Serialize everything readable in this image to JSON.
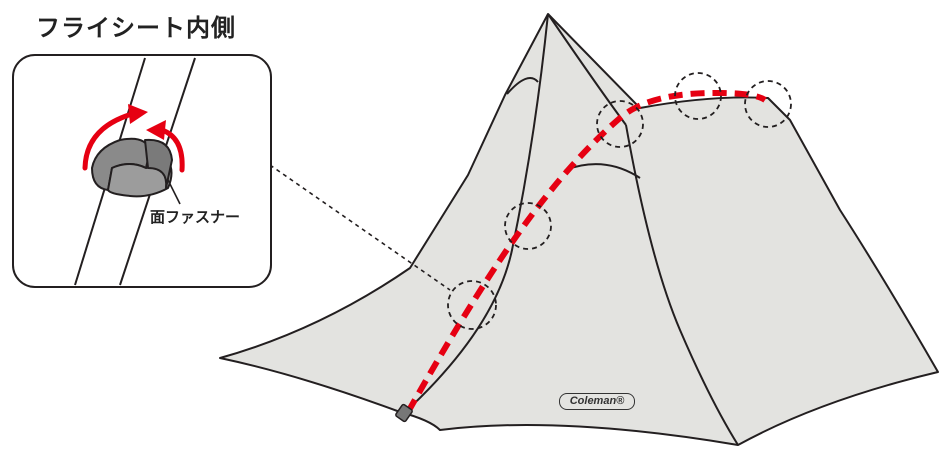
{
  "inset": {
    "title": "フライシート内側",
    "fastener_label": "面ファスナー"
  },
  "tent": {
    "brand": "Coleman®"
  },
  "colors": {
    "tent_fill": "#e3e3e0",
    "outline": "#231f20",
    "pole_path": "#e60012",
    "arrow": "#e60012",
    "fastener": "#8a8a8a"
  }
}
